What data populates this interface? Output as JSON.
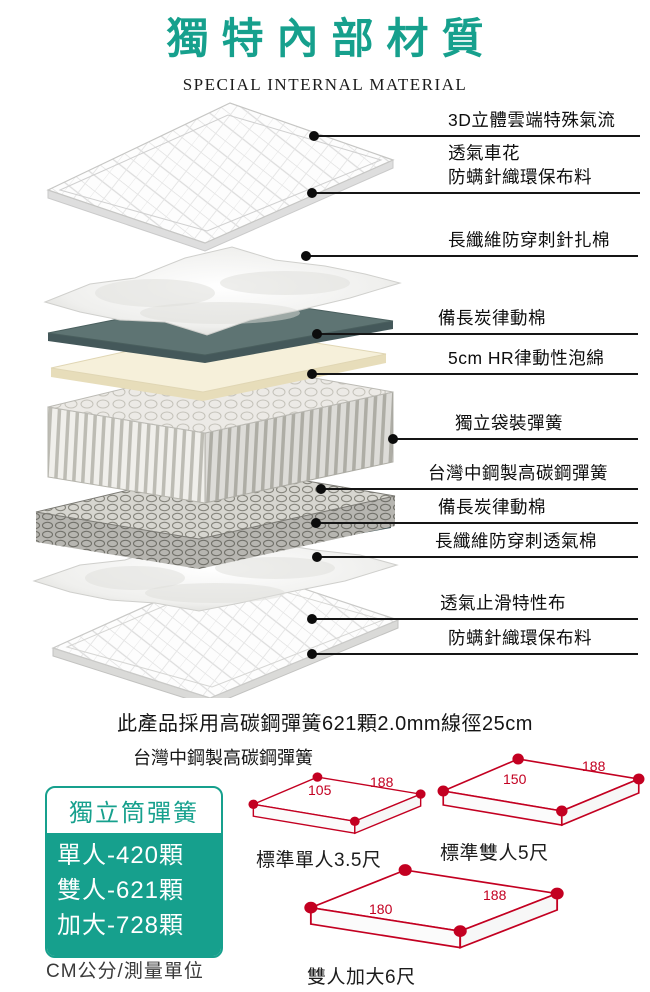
{
  "title": "獨特內部材質",
  "subtitle": "SPECIAL INTERNAL MATERIAL",
  "colors": {
    "teal": "#16a08d",
    "red": "#c30021",
    "line": "#151515"
  },
  "callouts": [
    {
      "label": "3D立體雲端特殊氣流",
      "label2": "透氣車花"
    },
    {
      "label": "防螨針織環保布料"
    },
    {
      "label": "長纖維防穿刺針扎棉"
    },
    {
      "label": "備長炭律動棉"
    },
    {
      "label": "5cm HR律動性泡綿"
    },
    {
      "label": "獨立袋裝彈簧"
    },
    {
      "label": "台灣中鋼製高碳鋼彈簧"
    },
    {
      "label": "備長炭律動棉"
    },
    {
      "label": "長纖維防穿刺透氣棉"
    },
    {
      "label": "透氣止滑特性布"
    },
    {
      "label": "防螨針織環保布料"
    }
  ],
  "spec_line": "此產品採用高碳鋼彈簧621顆2.0mm線徑25cm",
  "spring_source": "台灣中鋼製高碳鋼彈簧",
  "spring_box": {
    "title": "獨立筒彈簧",
    "items": [
      "單人-420顆",
      "雙人-621顆",
      "加大-728顆"
    ]
  },
  "unit_note": "CM公分/測量單位",
  "sizes": [
    {
      "caption": "標準單人3.5尺",
      "width": "105",
      "length": "188"
    },
    {
      "caption": "標準雙人5尺",
      "width": "150",
      "length": "188"
    },
    {
      "caption": "雙人加大6尺",
      "width": "180",
      "length": "188"
    }
  ]
}
